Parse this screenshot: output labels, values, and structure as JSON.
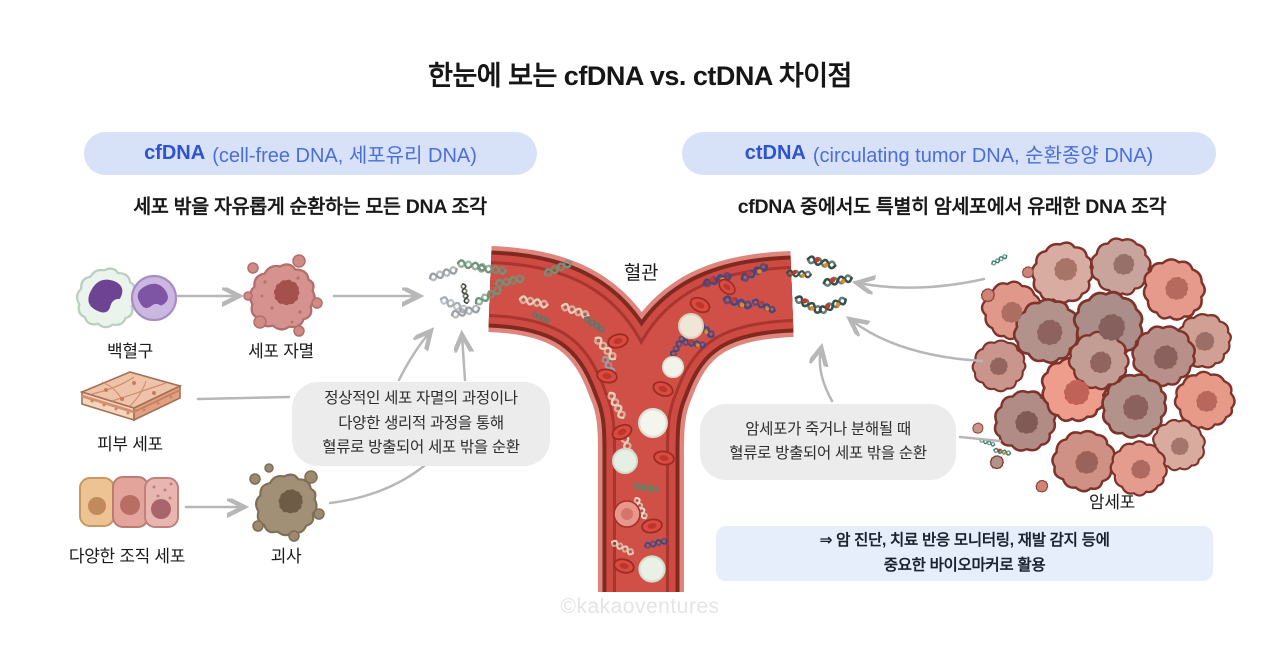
{
  "title": "한눈에 보는 cfDNA vs. ctDNA 차이점",
  "watermark": "©kakaoventures",
  "vessel_label": "혈관",
  "cfdna_panel": {
    "term": "cfDNA",
    "term_detail": "(cell-free DNA, 세포유리 DNA)",
    "subtitle": "세포 밖을 자유롭게 순환하는 모든 DNA 조각",
    "source_labels": {
      "white_blood_cell": "백혈구",
      "apoptosis": "세포 자멸",
      "skin_cell": "피부 세포",
      "tissue_cells": "다양한 조직 세포",
      "necrosis": "괴사"
    },
    "bubble": {
      "line1": "정상적인 세포 자멸의 과정이나",
      "line2": "다양한 생리적 과정을 통해",
      "line3": "혈류로 방출되어 세포 밖을 순환"
    }
  },
  "ctdna_panel": {
    "term": "ctDNA",
    "term_detail": "(circulating tumor DNA, 순환종양 DNA)",
    "subtitle": "cfDNA 중에서도 특별히 암세포에서 유래한 DNA 조각",
    "tumor_label": "암세포",
    "bubble": {
      "line1": "암세포가 죽거나 분해될 때",
      "line2": "혈류로 방출되어 세포 밖을 순환"
    },
    "callout": {
      "line1": "⇒ 암 진단, 치료 반응 모니터링, 재발 감지 등에",
      "line2": "중요한 바이오마커로 활용"
    }
  },
  "colors": {
    "accent_blue": "#2f52cf",
    "pill_text_blue": "#4c6ed8",
    "pill_background": "#d7e1f8",
    "bubble_background": "#ececec",
    "callout_background": "#e7eefb",
    "vessel_red": "#ce4b44",
    "vessel_outline": "#7e2a26",
    "vessel_rim": "#de867d",
    "arrow_gray": "#b7b7b7"
  }
}
